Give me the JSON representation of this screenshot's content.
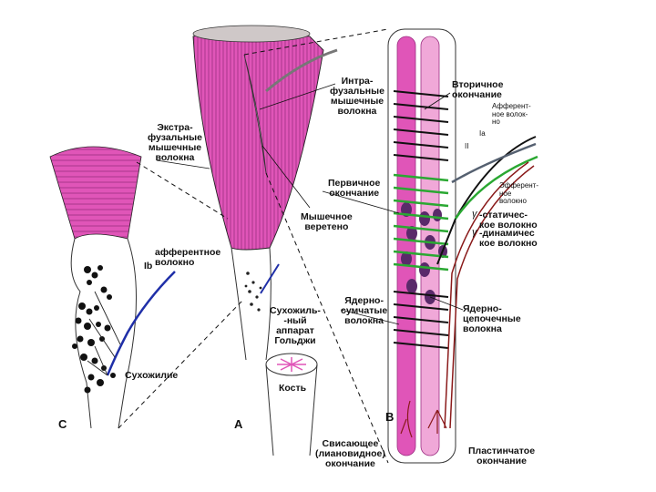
{
  "panels": {
    "a": "A",
    "b": "B",
    "c": "C"
  },
  "labels": {
    "extrafusal": "Экстра-\nфузальные\nмышечные\nволокна",
    "intrafusal": "Интра-\nфузальные\nмышечные\nволокна",
    "spindle": "Мышечное\nверетено",
    "afferent_ib": "афферентное\nволокно",
    "tendon": "Сухожилие",
    "golgi": "Сухожиль-\n-ный\nаппарат\nГольджи",
    "bone": "Кость",
    "secondary": "Вторичное\nокончание",
    "afferent_fibers": "Афферент-\nное волок-\nно",
    "efferent_fiber": "Эфферент-\nное\nволокно",
    "primary": "Первичное\nокончание",
    "gamma_static": "-статичес-\nкое волокно",
    "gamma_dynamic": "-динамичес\nкое волокно",
    "nuclear_bag": "Ядерно-\nсумчатые\nволокна",
    "nuclear_chain": "Ядерно-\nцепочечные\nволокна",
    "flower_spray": "Свисающее\n(лиановидное)\nокончание",
    "plate": "Пластинчатое\nокончание"
  },
  "fiber_codes": {
    "ib": "Ib",
    "ia": "Ia",
    "ii": "II"
  },
  "symbols": {
    "gamma1": "γ",
    "gamma2": "γ"
  },
  "colors": {
    "muscle": "#e055b8",
    "muscle_dark": "#9c2f82",
    "afferent": "#1f2fa8",
    "secondary_nerve": "#556070",
    "primary_nerve": "#2aa832",
    "efferent": "#8a1a1a",
    "outline": "#222222"
  }
}
